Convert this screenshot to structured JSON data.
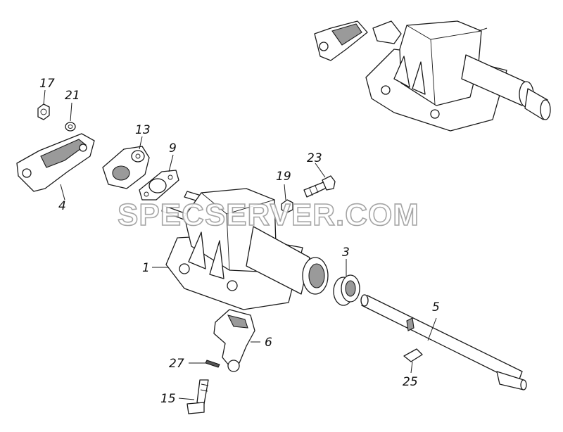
{
  "watermark": "SPECSERVER.COM",
  "callouts": {
    "c1": "1",
    "c3": "3",
    "c4": "4",
    "c5": "5",
    "c6": "6",
    "c9": "9",
    "c13": "13",
    "c15": "15",
    "c17": "17",
    "c19": "19",
    "c21": "21",
    "c23": "23",
    "c25": "25",
    "c27": "27"
  }
}
